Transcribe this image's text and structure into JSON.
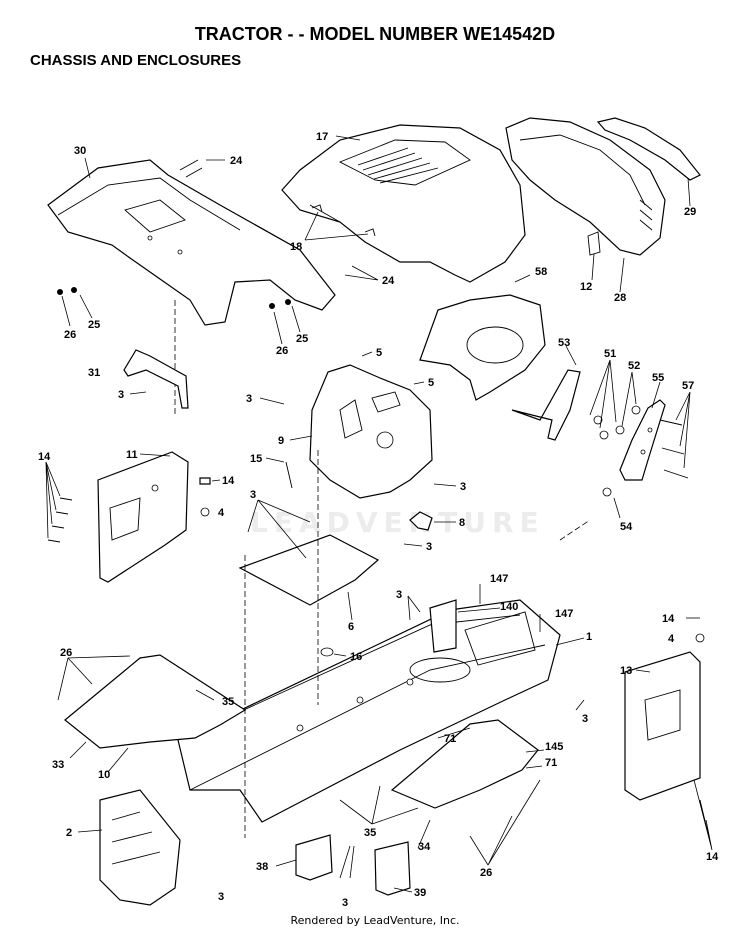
{
  "header": {
    "title": "TRACTOR - - MODEL NUMBER WE14542D",
    "subtitle": "CHASSIS AND ENCLOSURES"
  },
  "footer": {
    "credit": "Rendered by LeadVenture, Inc."
  },
  "watermark": "LEADVENTURE",
  "callouts": [
    "30",
    "24",
    "17",
    "18",
    "24",
    "26",
    "25",
    "26",
    "25",
    "31",
    "3",
    "58",
    "5",
    "5",
    "3",
    "9",
    "53",
    "51",
    "52",
    "55",
    "57",
    "12",
    "28",
    "29",
    "14",
    "11",
    "14",
    "4",
    "15",
    "3",
    "3",
    "8",
    "3",
    "54",
    "3",
    "6",
    "16",
    "147",
    "140",
    "147",
    "1",
    "14",
    "4",
    "13",
    "26",
    "35",
    "33",
    "10",
    "71",
    "145",
    "71",
    "3",
    "35",
    "34",
    "26",
    "2",
    "38",
    "3",
    "39",
    "14"
  ]
}
